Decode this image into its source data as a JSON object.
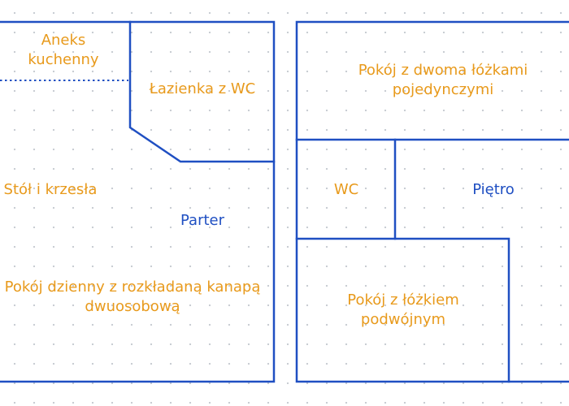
{
  "colors": {
    "wall": "#1f4fc2",
    "room_text": "#e89a1c",
    "floor_text": "#1f4fc2",
    "grid_dot": "#c9cdd3"
  },
  "ground_floor": {
    "label": "Parter",
    "rooms": {
      "kitchenette": {
        "lines": [
          "Aneks",
          "kuchenny"
        ]
      },
      "bathroom": {
        "lines": [
          "Łazienka z WC"
        ]
      },
      "dining": {
        "lines": [
          "Stół i krzesła"
        ]
      },
      "living_room": {
        "lines": [
          "Pokój dzienny z rozkładaną kanapą",
          "dwuosobową"
        ]
      }
    }
  },
  "upper_floor": {
    "label": "Piętro",
    "rooms": {
      "twin_room": {
        "lines": [
          "Pokój z dwoma łóżkami",
          "pojedynczymi"
        ]
      },
      "wc": {
        "lines": [
          "WC"
        ]
      },
      "double_room": {
        "lines": [
          "Pokój z łóżkiem",
          "podwójnym"
        ]
      }
    }
  }
}
